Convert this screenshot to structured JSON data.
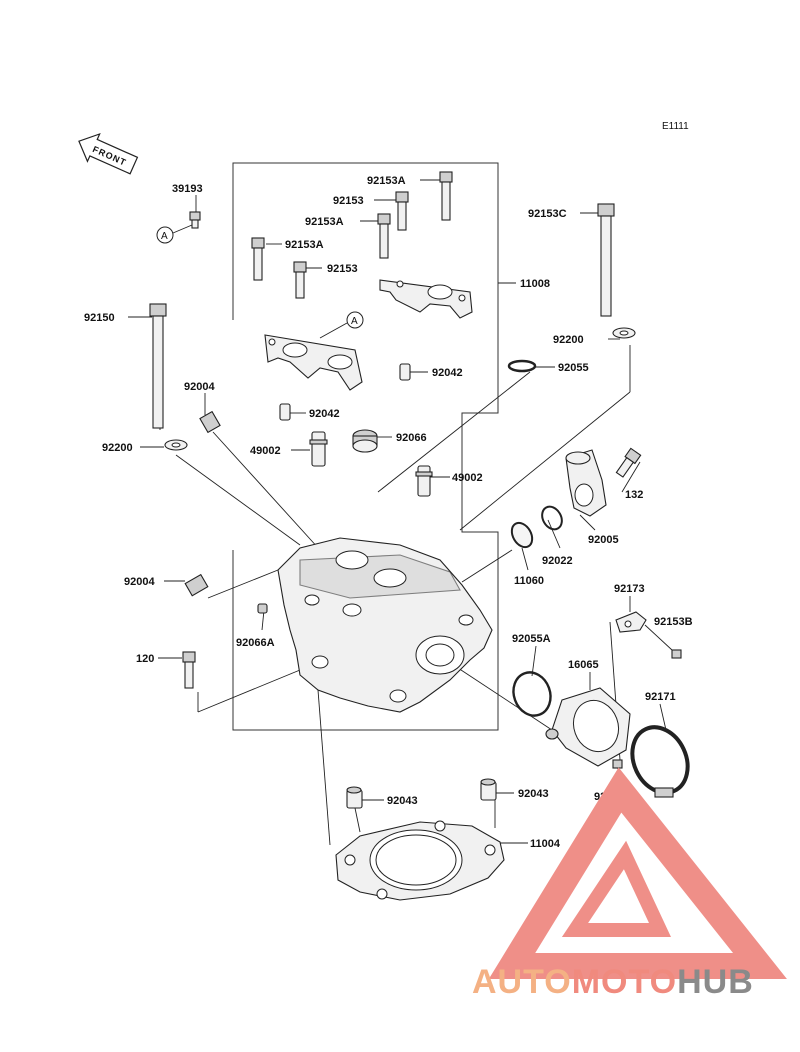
{
  "diagram_code": "E1111",
  "front_label": "FRONT",
  "ref_mark": "A",
  "parts": [
    {
      "id": "p39193",
      "num": "39193"
    },
    {
      "id": "p92153a_1",
      "num": "92153A"
    },
    {
      "id": "p92153_1",
      "num": "92153"
    },
    {
      "id": "p92153a_2",
      "num": "92153A"
    },
    {
      "id": "p92153a_3",
      "num": "92153A"
    },
    {
      "id": "p92153_2",
      "num": "92153"
    },
    {
      "id": "p92153c",
      "num": "92153C"
    },
    {
      "id": "p11008",
      "num": "11008"
    },
    {
      "id": "p92150",
      "num": "92150"
    },
    {
      "id": "p92200_1",
      "num": "92200"
    },
    {
      "id": "p92055",
      "num": "92055"
    },
    {
      "id": "p92042_1",
      "num": "92042"
    },
    {
      "id": "p92004_1",
      "num": "92004"
    },
    {
      "id": "p92042_2",
      "num": "92042"
    },
    {
      "id": "p92200_2",
      "num": "92200"
    },
    {
      "id": "p49002_1",
      "num": "49002"
    },
    {
      "id": "p92066",
      "num": "92066"
    },
    {
      "id": "p49002_2",
      "num": "49002"
    },
    {
      "id": "p132",
      "num": "132"
    },
    {
      "id": "p92005",
      "num": "92005"
    },
    {
      "id": "p92022",
      "num": "92022"
    },
    {
      "id": "p11060",
      "num": "11060"
    },
    {
      "id": "p92004_2",
      "num": "92004"
    },
    {
      "id": "p92173",
      "num": "92173"
    },
    {
      "id": "p92066a",
      "num": "92066A"
    },
    {
      "id": "p92153b_1",
      "num": "92153B"
    },
    {
      "id": "p120",
      "num": "120"
    },
    {
      "id": "p92055a",
      "num": "92055A"
    },
    {
      "id": "p16065",
      "num": "16065"
    },
    {
      "id": "p92171",
      "num": "92171"
    },
    {
      "id": "p92153b_2",
      "num": "92153B"
    },
    {
      "id": "p92043_1",
      "num": "92043"
    },
    {
      "id": "p92043_2",
      "num": "92043"
    },
    {
      "id": "p11004",
      "num": "11004"
    }
  ],
  "watermark": {
    "part1": "AUTO",
    "part2": "MOTO",
    "part3": "HUB",
    "colors": {
      "auto": "#f4b184",
      "moto": "#f08a7e",
      "hub": "#8a8a8a",
      "triangle": "#ef8f88"
    }
  }
}
